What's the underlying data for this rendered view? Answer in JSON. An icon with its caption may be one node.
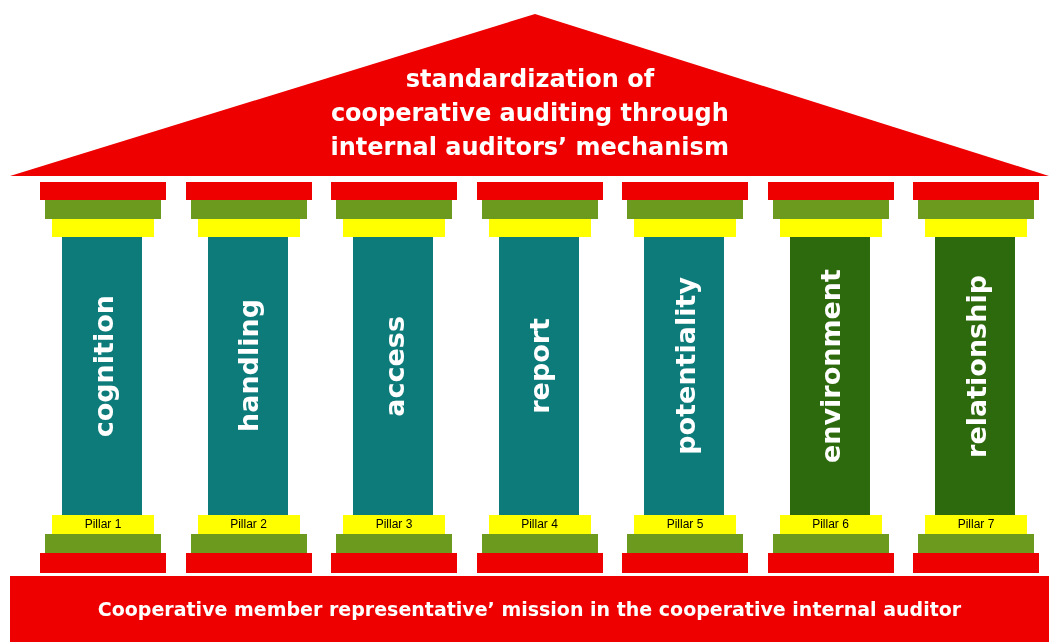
{
  "diagram": {
    "nodes": [
      {
        "text": [
          "standardization of cooperative auditing through internal auditors’ mechanism"
        ]
      },
      {
        "text": [
          "cognition",
          "Pillar 1"
        ]
      },
      {
        "text": [
          "handling",
          "Pillar 2"
        ]
      },
      {
        "text": [
          "access",
          "Pillar 3"
        ]
      },
      {
        "text": [
          "report",
          "Pillar 4"
        ]
      },
      {
        "text": [
          "potentiality",
          "Pillar 5"
        ]
      },
      {
        "text": [
          "environment",
          "Pillar 6"
        ]
      },
      {
        "text": [
          "relationship",
          "Pillar 7"
        ]
      },
      {
        "text": [
          "Cooperative member representative’ mission in the cooperative internal auditor"
        ]
      }
    ]
  }
}
